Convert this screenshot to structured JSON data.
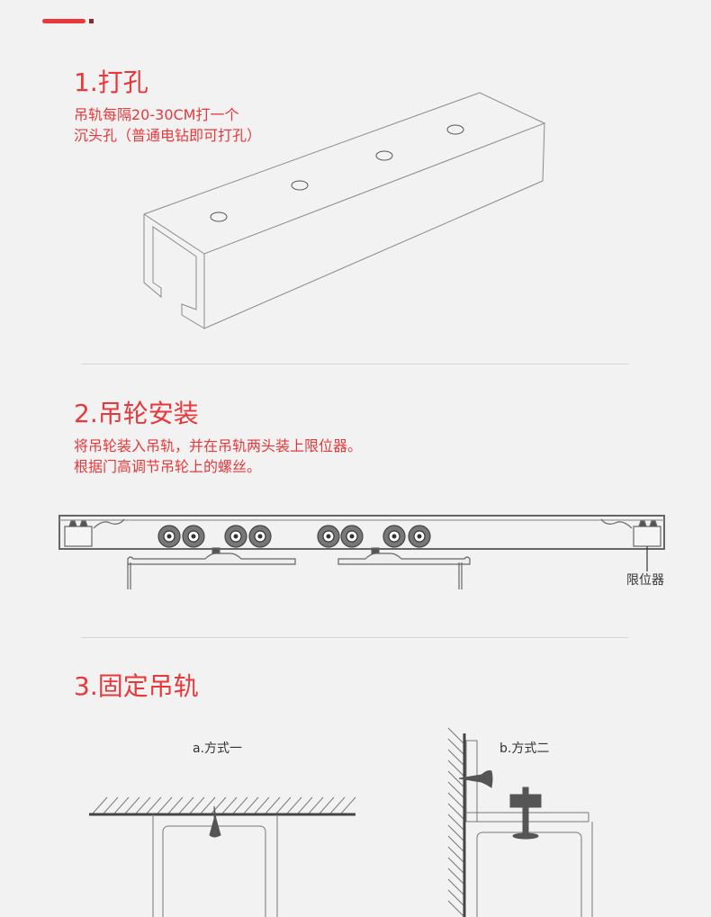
{
  "header": {
    "accent_color": "#e8383b",
    "accent_dot_color": "#8a2a2e"
  },
  "steps": [
    {
      "title": "1.打孔",
      "desc_lines": [
        "吊轨每隔20-30CM打一个",
        "沉头孔（普通电钻即可打孔）"
      ],
      "figure": "rail-drilling-isometric"
    },
    {
      "title": "2.吊轮安装",
      "desc_lines": [
        "将吊轮装入吊轨，并在吊轨两头装上限位器。",
        "根据门高调节吊轮上的螺丝。"
      ],
      "figure": "rail-with-rollers",
      "callout_label": "限位器"
    },
    {
      "title": "3.固定吊轨",
      "figure": "rail-mounting-methods",
      "methods": [
        {
          "label": "a.方式一"
        },
        {
          "label": "b.方式二"
        }
      ]
    }
  ],
  "colors": {
    "title_text": "#e8383b",
    "background": "#f2f2f2",
    "divider": "#d6d6d6",
    "line_art": "#555555"
  }
}
